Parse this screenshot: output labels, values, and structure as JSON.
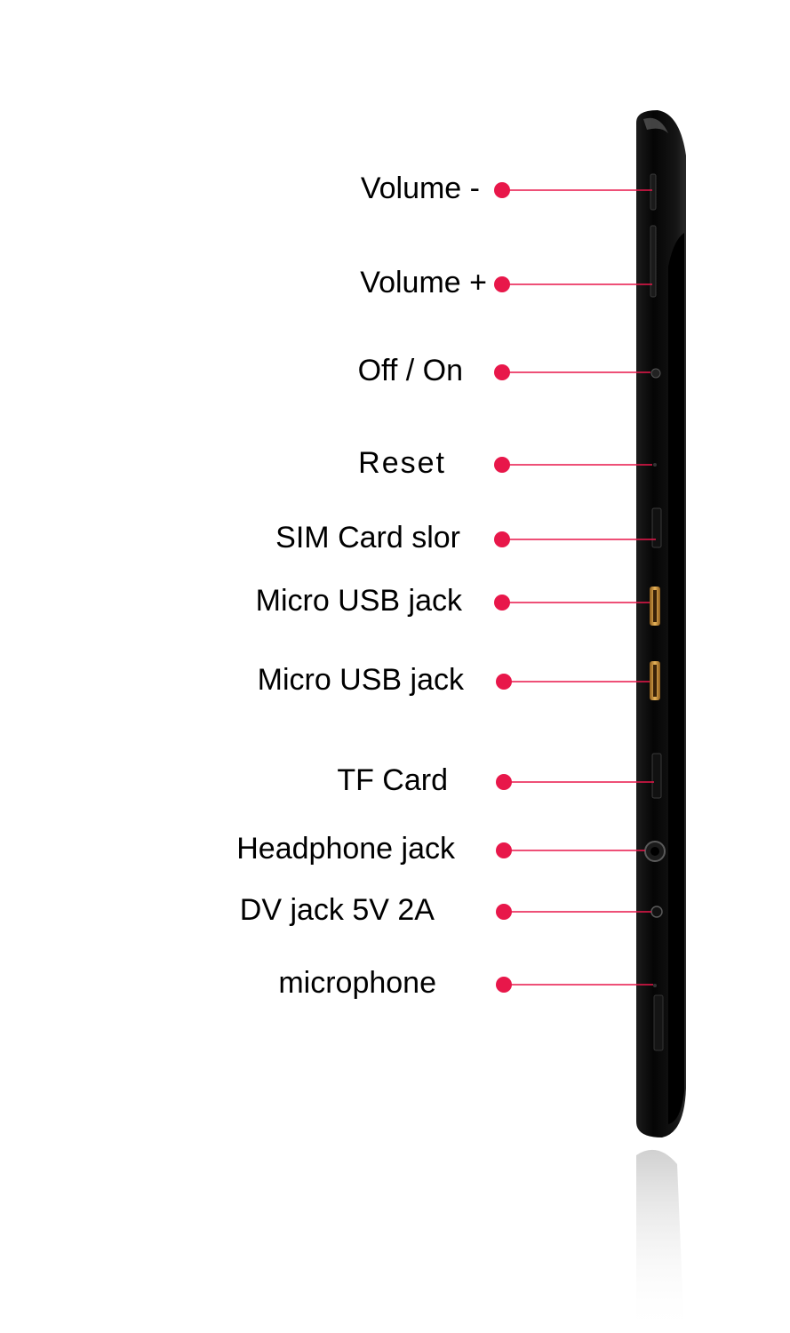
{
  "accent_color": "#e8174a",
  "device_color": "#0a0a0a",
  "callouts": [
    {
      "label": "Volume -",
      "feature": "button"
    },
    {
      "label": "Volume +",
      "feature": "button"
    },
    {
      "label": "Off / On",
      "feature": "round-button"
    },
    {
      "label": "Reset",
      "feature": "pinhole"
    },
    {
      "label": "SIM Card slor",
      "feature": "slot"
    },
    {
      "label": "Micro USB jack",
      "feature": "usb-port"
    },
    {
      "label": "Micro USB jack",
      "feature": "usb-port"
    },
    {
      "label": "TF Card",
      "feature": "slot"
    },
    {
      "label": "Headphone jack",
      "feature": "audio-jack"
    },
    {
      "label": "DV jack 5V 2A",
      "feature": "dc-jack"
    },
    {
      "label": "microphone",
      "feature": "pinhole"
    }
  ]
}
